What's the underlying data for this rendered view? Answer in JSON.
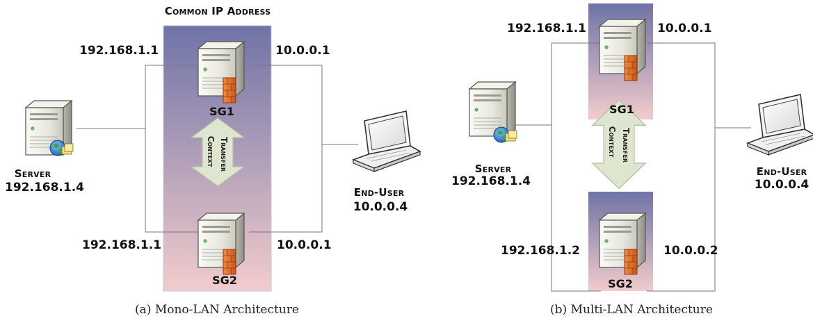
{
  "panel_a": {
    "title": "Common IP Address",
    "caption": "(a) Mono-LAN Architecture",
    "sg1": {
      "name": "SG1",
      "left_ip": "192.168.1.1",
      "right_ip": "10.0.0.1"
    },
    "sg2": {
      "name": "SG2",
      "left_ip": "192.168.1.1",
      "right_ip": "10.0.0.1"
    },
    "server": {
      "role": "Server",
      "ip": "192.168.1.4"
    },
    "end_user": {
      "role": "End-User",
      "ip": "10.0.0.4"
    },
    "arrow": {
      "line1": "Context",
      "line2": "Transfer"
    }
  },
  "panel_b": {
    "caption": "(b) Multi-LAN Architecture",
    "sg1": {
      "name": "SG1",
      "left_ip": "192.168.1.1",
      "right_ip": "10.0.0.1"
    },
    "sg2": {
      "name": "SG2",
      "left_ip": "192.168.1.2",
      "right_ip": "10.0.0.2"
    },
    "server": {
      "role": "Server",
      "ip": "192.168.1.4"
    },
    "end_user": {
      "role": "End-User",
      "ip": "10.0.0.4"
    },
    "arrow": {
      "line1": "Context",
      "line2": "Transfer"
    }
  },
  "colors": {
    "band_top": "#6f73a6",
    "band_bottom": "#f0c8c8",
    "arrow_fill": "#dfe6cf",
    "firewall": "#e4742a"
  }
}
